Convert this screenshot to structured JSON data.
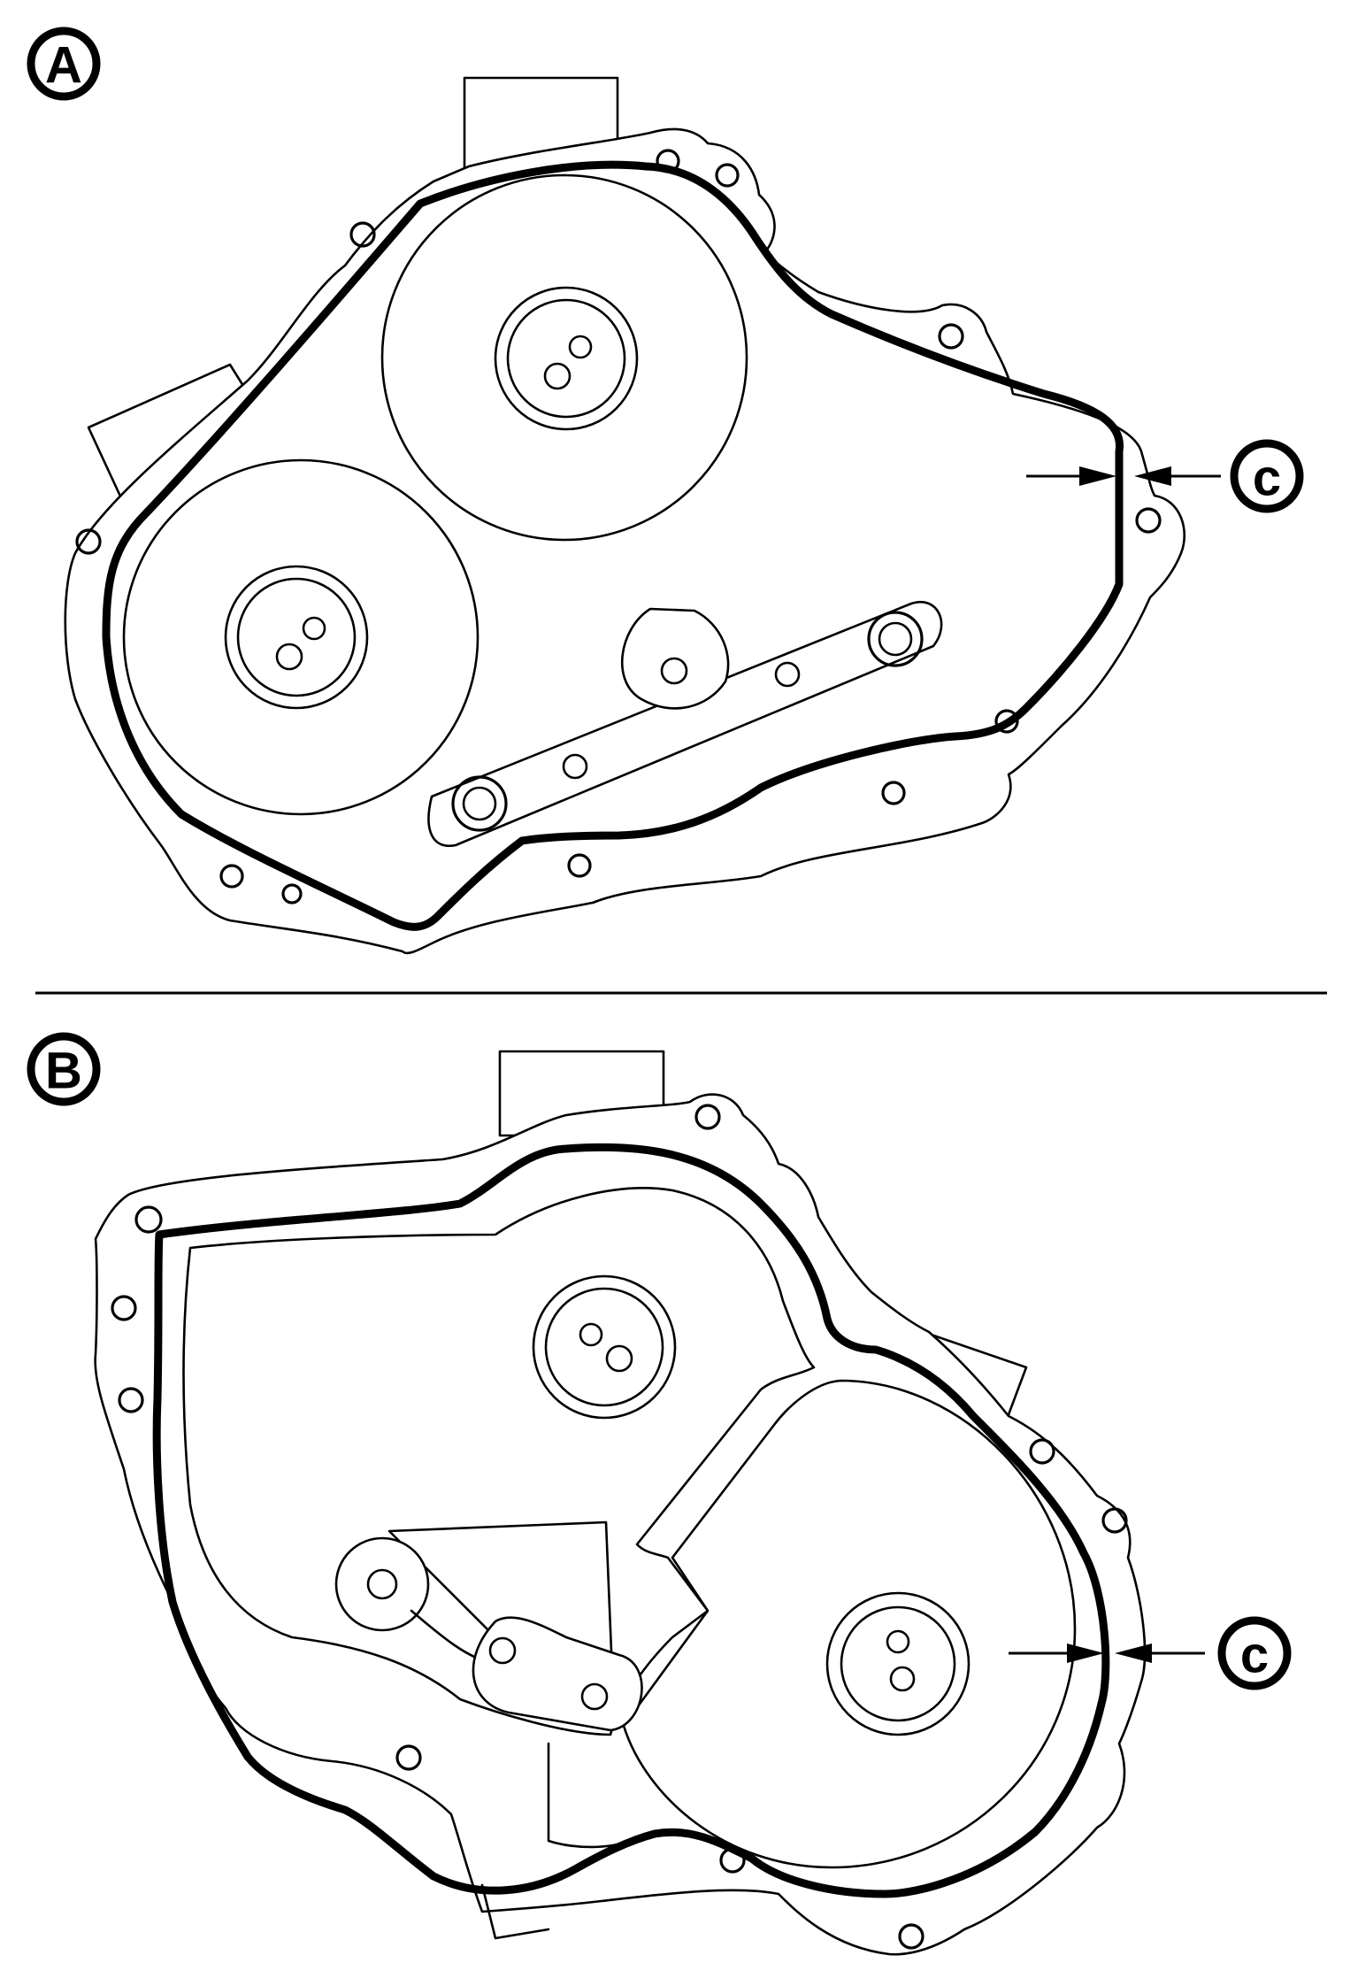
{
  "panels": [
    {
      "label": "A",
      "dimension_label": "c"
    },
    {
      "label": "B",
      "dimension_label": "c"
    }
  ]
}
